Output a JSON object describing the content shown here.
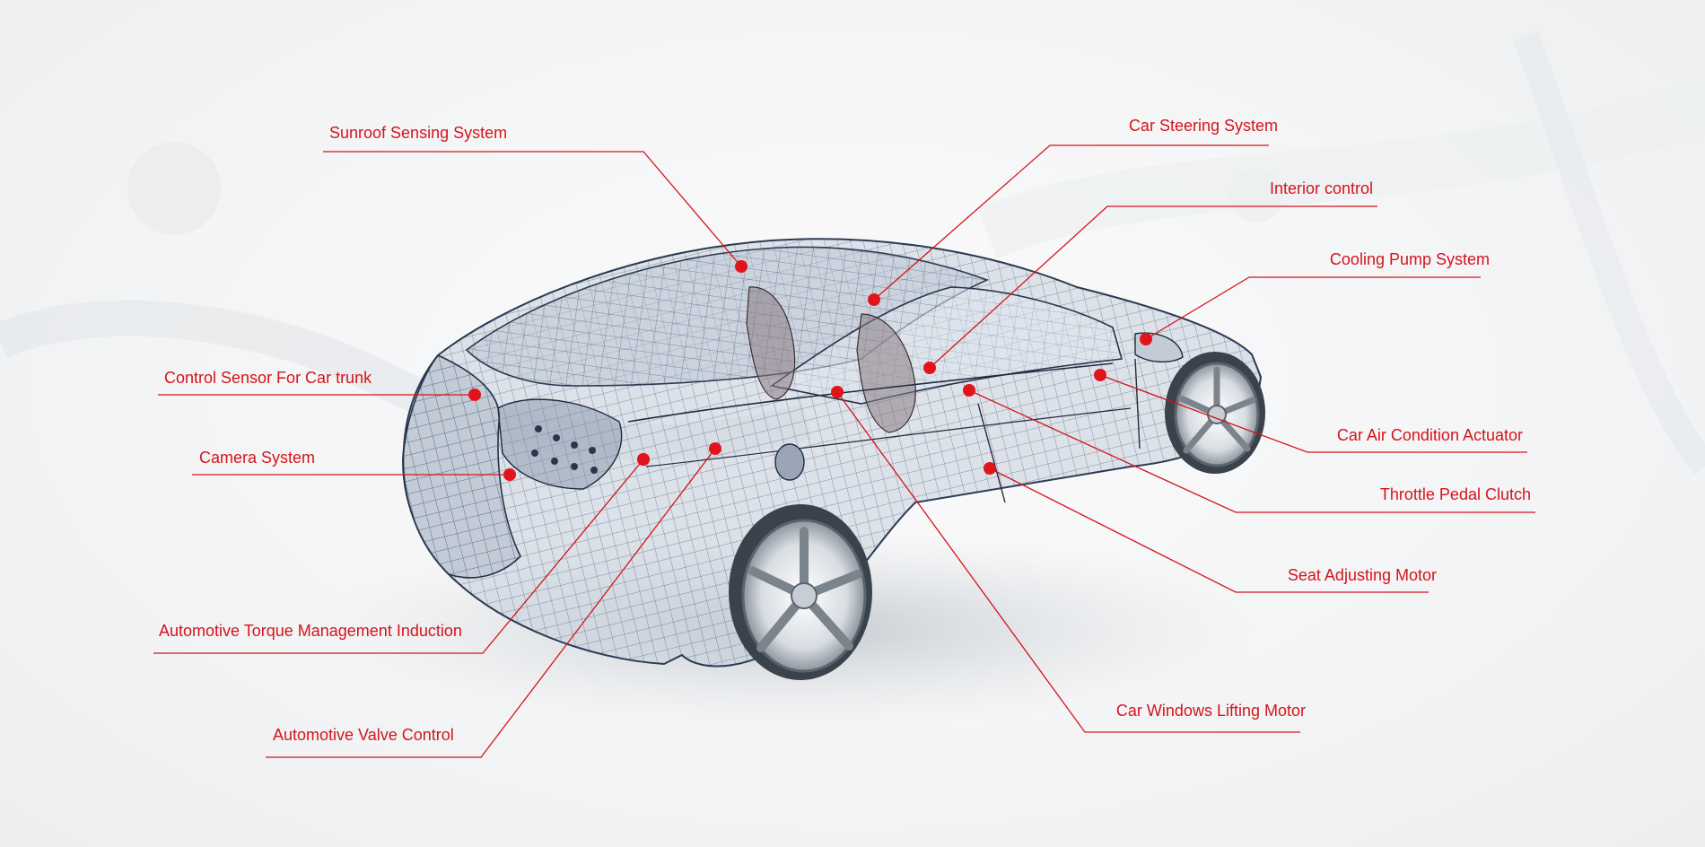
{
  "diagram": {
    "accent_color": "#e1141c",
    "line_color": "#d4141c",
    "subject_icon": "wireframe-car-icon",
    "callouts": [
      {
        "id": "sunroof",
        "label": "Sunroof Sensing System"
      },
      {
        "id": "steering",
        "label": "Car Steering System"
      },
      {
        "id": "interior",
        "label": "Interior control"
      },
      {
        "id": "cooling",
        "label": "Cooling Pump System"
      },
      {
        "id": "trunk",
        "label": "Control Sensor For Car trunk"
      },
      {
        "id": "camera",
        "label": "Camera System"
      },
      {
        "id": "aircon",
        "label": "Car Air Condition Actuator"
      },
      {
        "id": "throttle",
        "label": "Throttle Pedal Clutch"
      },
      {
        "id": "seat",
        "label": "Seat Adjusting Motor"
      },
      {
        "id": "torque",
        "label": "Automotive Torque Management Induction"
      },
      {
        "id": "valve",
        "label": "Automotive Valve Control"
      },
      {
        "id": "windows",
        "label": "Car Windows Lifting Motor"
      }
    ]
  }
}
